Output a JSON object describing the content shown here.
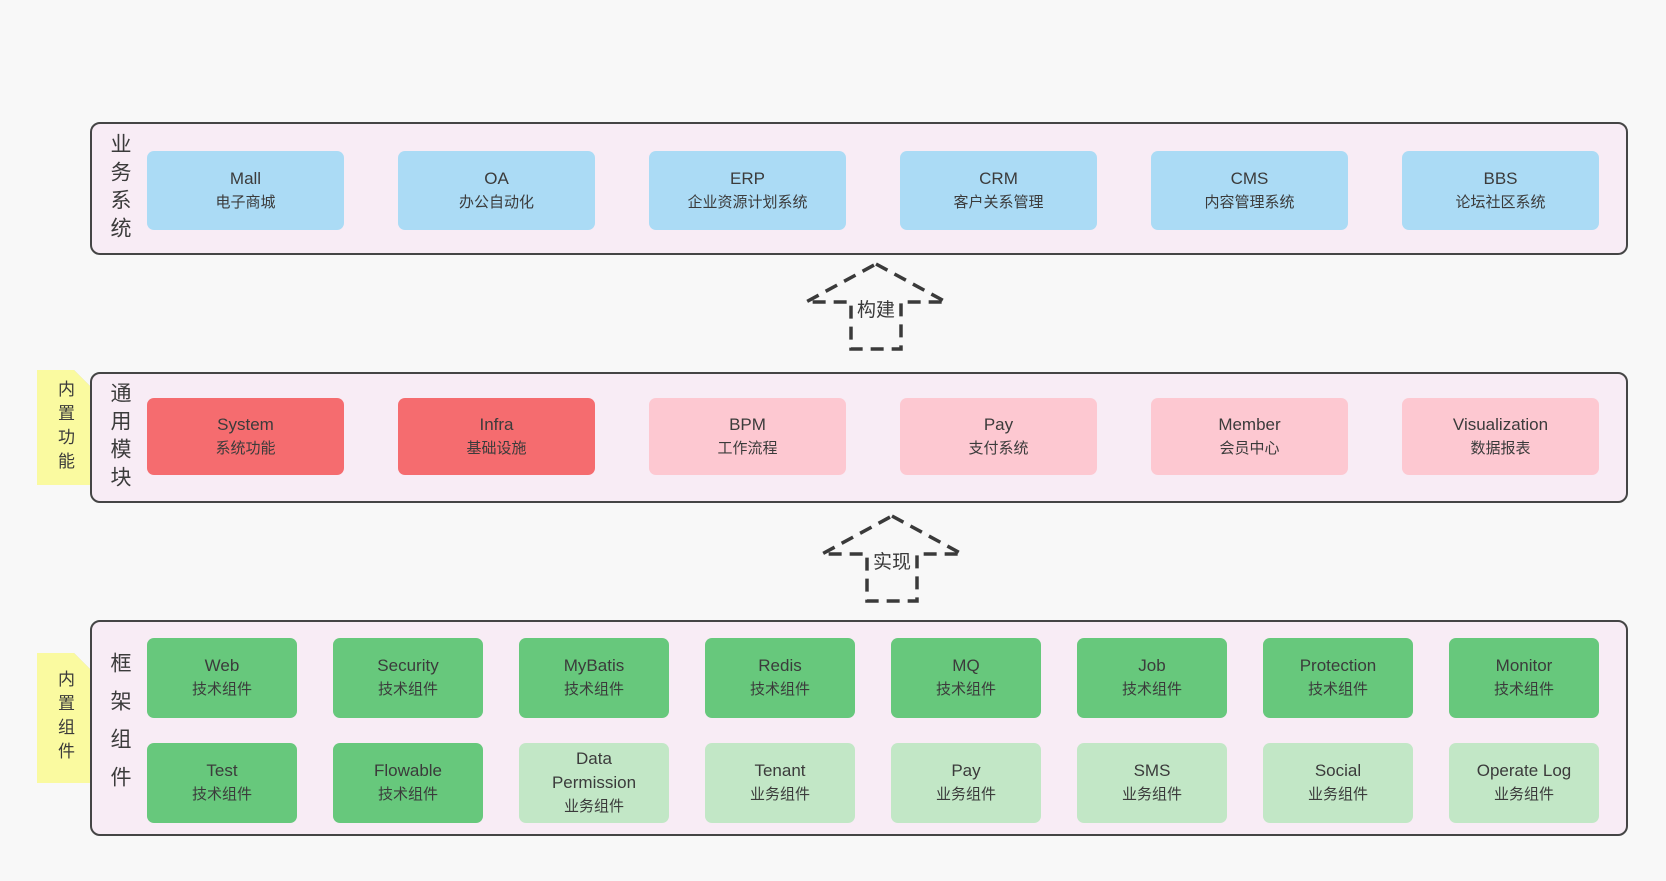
{
  "colors": {
    "page_bg": "#f8f8f8",
    "panel_bg": "#f8ecf5",
    "panel_border": "#454545",
    "blue_box": "#abdbf5",
    "red_box": "#f56c6f",
    "pink_box": "#fdc8d1",
    "green_box": "#67c87c",
    "light_green_box": "#c2e7c6",
    "sticky_tab_yellow": "#fafaa0",
    "fold_gray": "#c6c6c6",
    "text": "#3b3b3b"
  },
  "arrows": [
    {
      "label": "构建"
    },
    {
      "label": "实现"
    }
  ],
  "layers": [
    {
      "label": "业务系统",
      "tab": null,
      "rows": [
        [
          {
            "name": "Mall",
            "desc": "电子商城",
            "type": "blue"
          },
          {
            "name": "OA",
            "desc": "办公自动化",
            "type": "blue"
          },
          {
            "name": "ERP",
            "desc": "企业资源计划系统",
            "type": "blue"
          },
          {
            "name": "CRM",
            "desc": "客户关系管理",
            "type": "blue"
          },
          {
            "name": "CMS",
            "desc": "内容管理系统",
            "type": "blue"
          },
          {
            "name": "BBS",
            "desc": "论坛社区系统",
            "type": "blue"
          }
        ]
      ]
    },
    {
      "label": "通用模块",
      "tab": "内置功能",
      "rows": [
        [
          {
            "name": "System",
            "desc": "系统功能",
            "type": "red"
          },
          {
            "name": "Infra",
            "desc": "基础设施",
            "type": "red"
          },
          {
            "name": "BPM",
            "desc": "工作流程",
            "type": "pink"
          },
          {
            "name": "Pay",
            "desc": "支付系统",
            "type": "pink"
          },
          {
            "name": "Member",
            "desc": "会员中心",
            "type": "pink"
          },
          {
            "name": "Visualization",
            "desc": "数据报表",
            "type": "pink"
          }
        ]
      ]
    },
    {
      "label": "框架组件",
      "tab": "内置组件",
      "rows": [
        [
          {
            "name": "Web",
            "desc": "技术组件",
            "type": "green"
          },
          {
            "name": "Security",
            "desc": "技术组件",
            "type": "green"
          },
          {
            "name": "MyBatis",
            "desc": "技术组件",
            "type": "green"
          },
          {
            "name": "Redis",
            "desc": "技术组件",
            "type": "green"
          },
          {
            "name": "MQ",
            "desc": "技术组件",
            "type": "green"
          },
          {
            "name": "Job",
            "desc": "技术组件",
            "type": "green"
          },
          {
            "name": "Protection",
            "desc": "技术组件",
            "type": "green"
          },
          {
            "name": "Monitor",
            "desc": "技术组件",
            "type": "green"
          }
        ],
        [
          {
            "name": "Test",
            "desc": "技术组件",
            "type": "green"
          },
          {
            "name": "Flowable",
            "desc": "技术组件",
            "type": "green"
          },
          {
            "name": "Data Permission",
            "desc": "业务组件",
            "type": "lightgreen"
          },
          {
            "name": "Tenant",
            "desc": "业务组件",
            "type": "lightgreen"
          },
          {
            "name": "Pay",
            "desc": "业务组件",
            "type": "lightgreen"
          },
          {
            "name": "SMS",
            "desc": "业务组件",
            "type": "lightgreen"
          },
          {
            "name": "Social",
            "desc": "业务组件",
            "type": "lightgreen"
          },
          {
            "name": "Operate Log",
            "desc": "业务组件",
            "type": "lightgreen"
          }
        ]
      ]
    }
  ]
}
